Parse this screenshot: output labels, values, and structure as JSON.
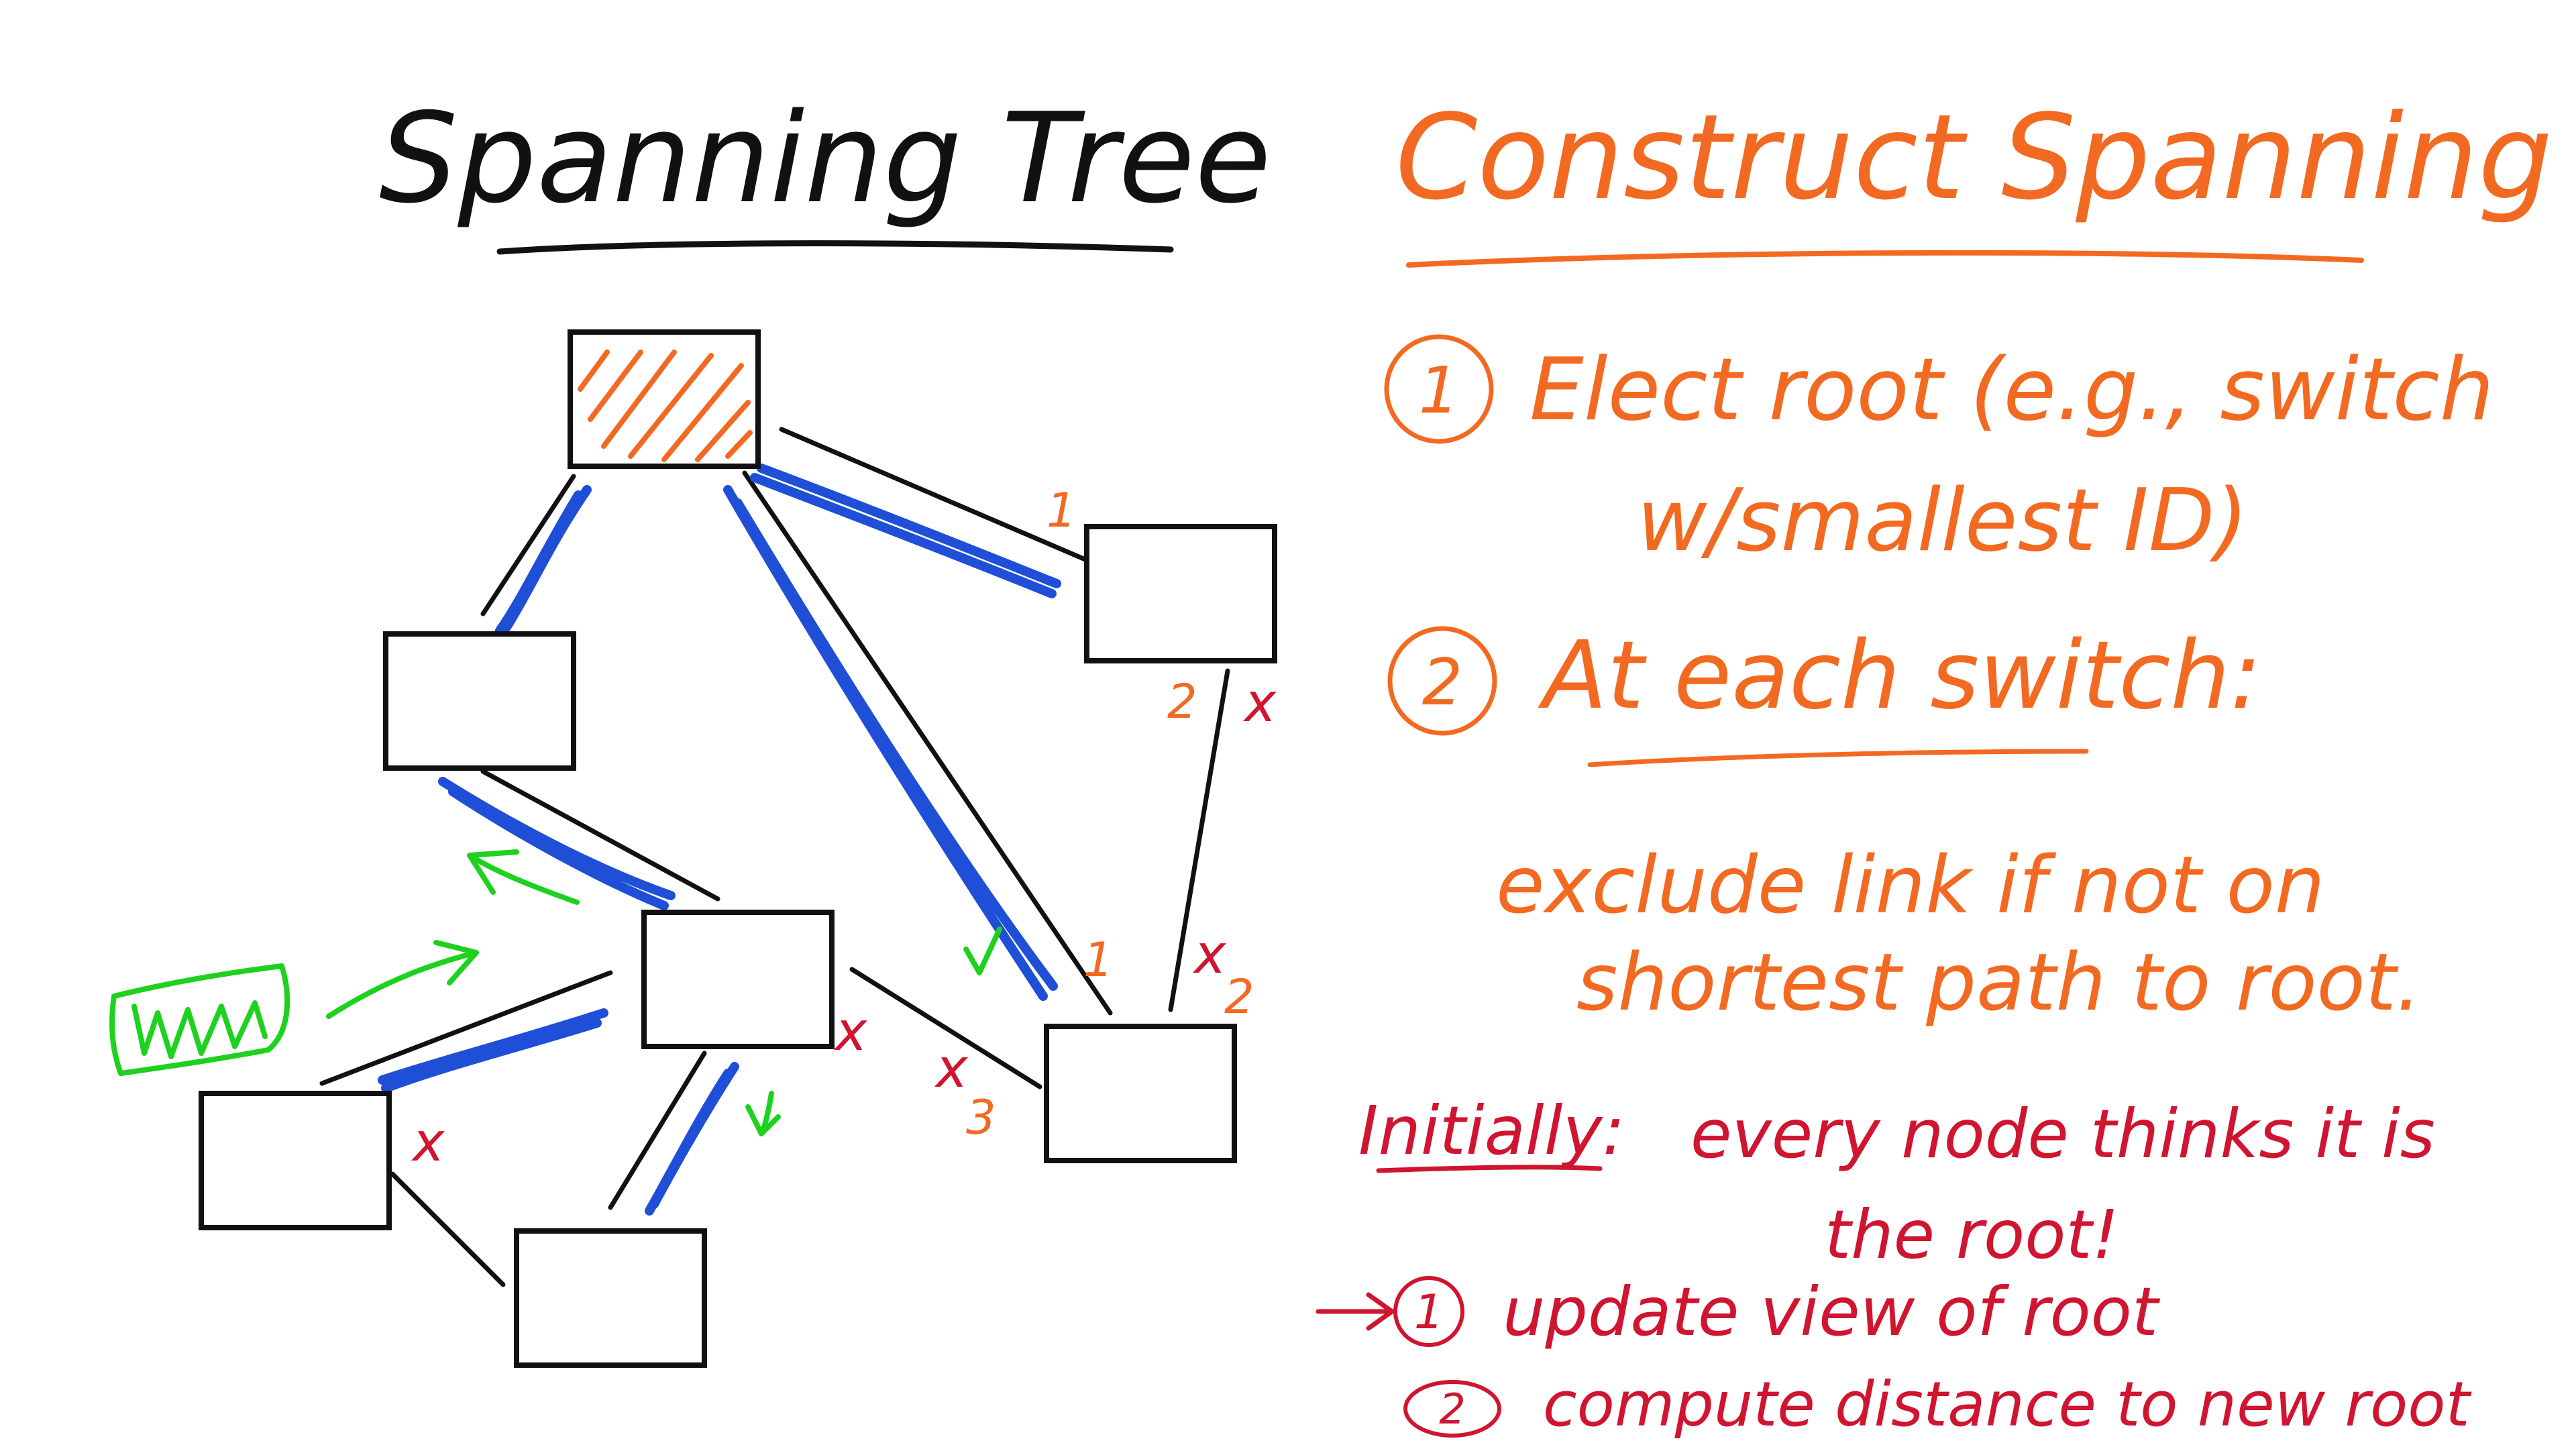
{
  "colors": {
    "black": "#111111",
    "blue": "#1f4fd6",
    "orange": "#f26a22",
    "red": "#cf1530",
    "green": "#1fd11f"
  },
  "left": {
    "title": "Spanning Tree"
  },
  "right": {
    "title": "Construct Spanning Tree",
    "step1_number": "1",
    "step1_line1": "Elect root (e.g., switch",
    "step1_line2": "w/smallest ID)",
    "step2_number": "2",
    "step2_heading": "At each switch:",
    "step2_line1": "exclude link if not on",
    "step2_line2": "shortest path to root.",
    "initially_label": "Initially:",
    "initially_line1": "every node thinks it is",
    "initially_line2": "the root!",
    "sub1_number": "1",
    "sub1_text": "update view of root",
    "sub2_number": "2",
    "sub2_text": "compute distance to new root"
  },
  "annotations": {
    "dist_1_a": "1",
    "dist_2_a": "2",
    "x_a": "x",
    "dist_1_b": "1",
    "x_b": "x",
    "dist_2_b": "2",
    "x_c": "x",
    "x_d": "x",
    "dist_3": "3",
    "x_e": "x"
  },
  "icons": {
    "root_hatch": "hatched-root-switch-icon",
    "check_mark": "check-mark-icon",
    "arrow_up_left": "arrow-up-left-icon",
    "arrow_right": "arrow-right-icon",
    "scribble": "green-scribble-icon"
  }
}
